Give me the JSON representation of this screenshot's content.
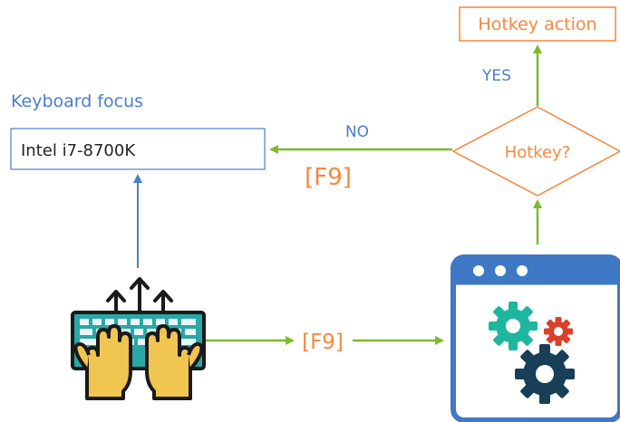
{
  "diagram": {
    "hotkey_action_label": "Hotkey action",
    "yes_label": "YES",
    "no_label": "NO",
    "keyboard_focus_label": "Keyboard focus",
    "focus_field_value": "Intel i7-8700K",
    "hotkey_question": "Hotkey?",
    "f9_label_top": "[F9]",
    "f9_label_bottom": "[F9]"
  },
  "colors": {
    "orange": "#f5883f",
    "blue": "#4a7fc8",
    "green": "#7dbb2a",
    "teal": "#2aa7a7",
    "hand_yellow": "#f0c550",
    "gear_teal": "#1fb6a0",
    "gear_red": "#d9412a",
    "gear_navy": "#183f57"
  },
  "icons": [
    "keyboard-hands-icon",
    "app-window-gears-icon"
  ]
}
